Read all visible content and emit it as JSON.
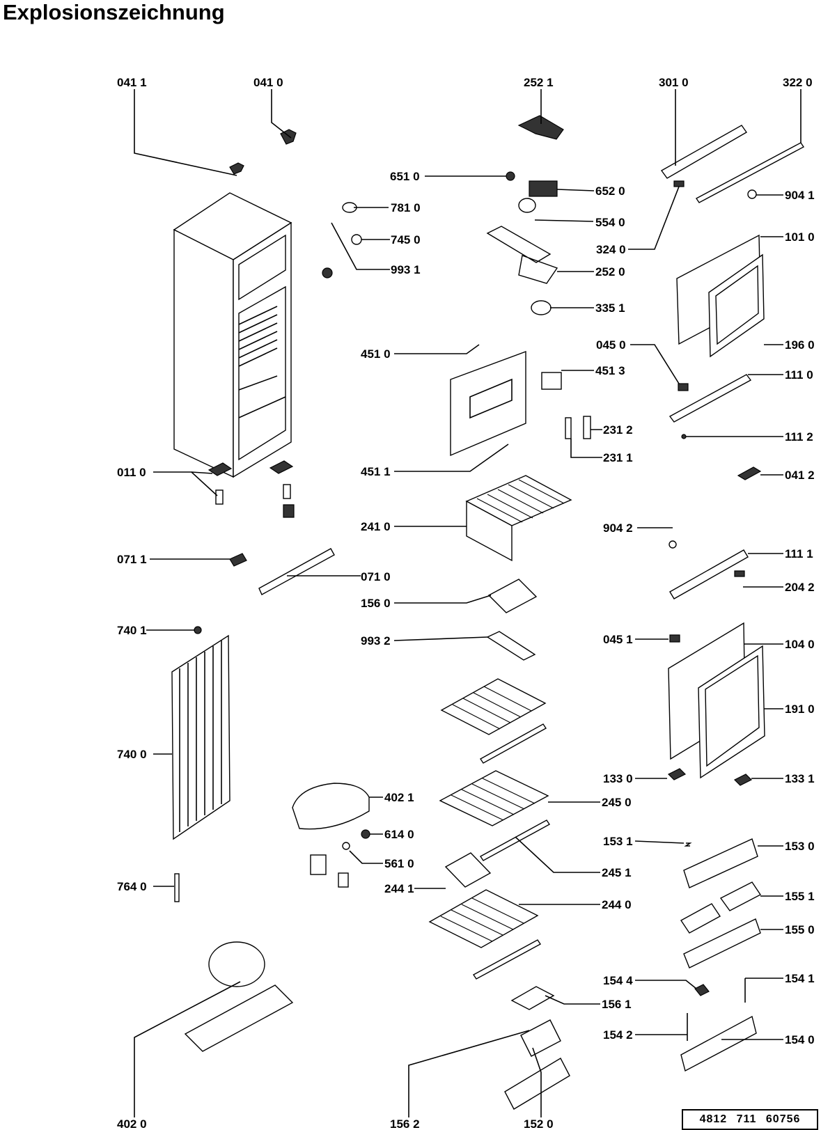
{
  "title": "Explosionszeichnung",
  "document_number": "4812 711 60756",
  "labels": {
    "l0411": "041 1",
    "l0410": "041 0",
    "l2521": "252 1",
    "l3010": "301 0",
    "l3220": "322 0",
    "l6510": "651 0",
    "l6520": "652 0",
    "l9041": "904 1",
    "l7810": "781 0",
    "l5540": "554 0",
    "l7450": "745 0",
    "l3240": "324 0",
    "l1010": "101 0",
    "l9931": "993 1",
    "l2520": "252 0",
    "l3351": "335 1",
    "l0450": "045 0",
    "l1960": "196 0",
    "l4510": "451 0",
    "l4513": "451 3",
    "l1110": "111 0",
    "l2312": "231 2",
    "l1112": "111 2",
    "l2311": "231 1",
    "l4511": "451 1",
    "l0110": "011 0",
    "l0412": "041 2",
    "l2410": "241 0",
    "l9042": "904 2",
    "l0711": "071 1",
    "l1111": "111 1",
    "l0710": "071 0",
    "l1560": "156 0",
    "l2042": "204 2",
    "l7401": "740 1",
    "l9932": "993 2",
    "l0451": "045 1",
    "l1040": "104 0",
    "l1910": "191 0",
    "l7400": "740 0",
    "l1330": "133 0",
    "l1331": "133 1",
    "l4021": "402 1",
    "l2450": "245 0",
    "l6140": "614 0",
    "l1531": "153 1",
    "l1530": "153 0",
    "l5610": "561 0",
    "l2451": "245 1",
    "l7640": "764 0",
    "l2441": "244 1",
    "l2440": "244 0",
    "l1551": "155 1",
    "l1550": "155 0",
    "l1544": "154 4",
    "l1541": "154 1",
    "l1561": "156 1",
    "l1542": "154 2",
    "l1540": "154 0",
    "l4020": "402 0",
    "l1562": "156 2",
    "l1520": "152 0"
  }
}
